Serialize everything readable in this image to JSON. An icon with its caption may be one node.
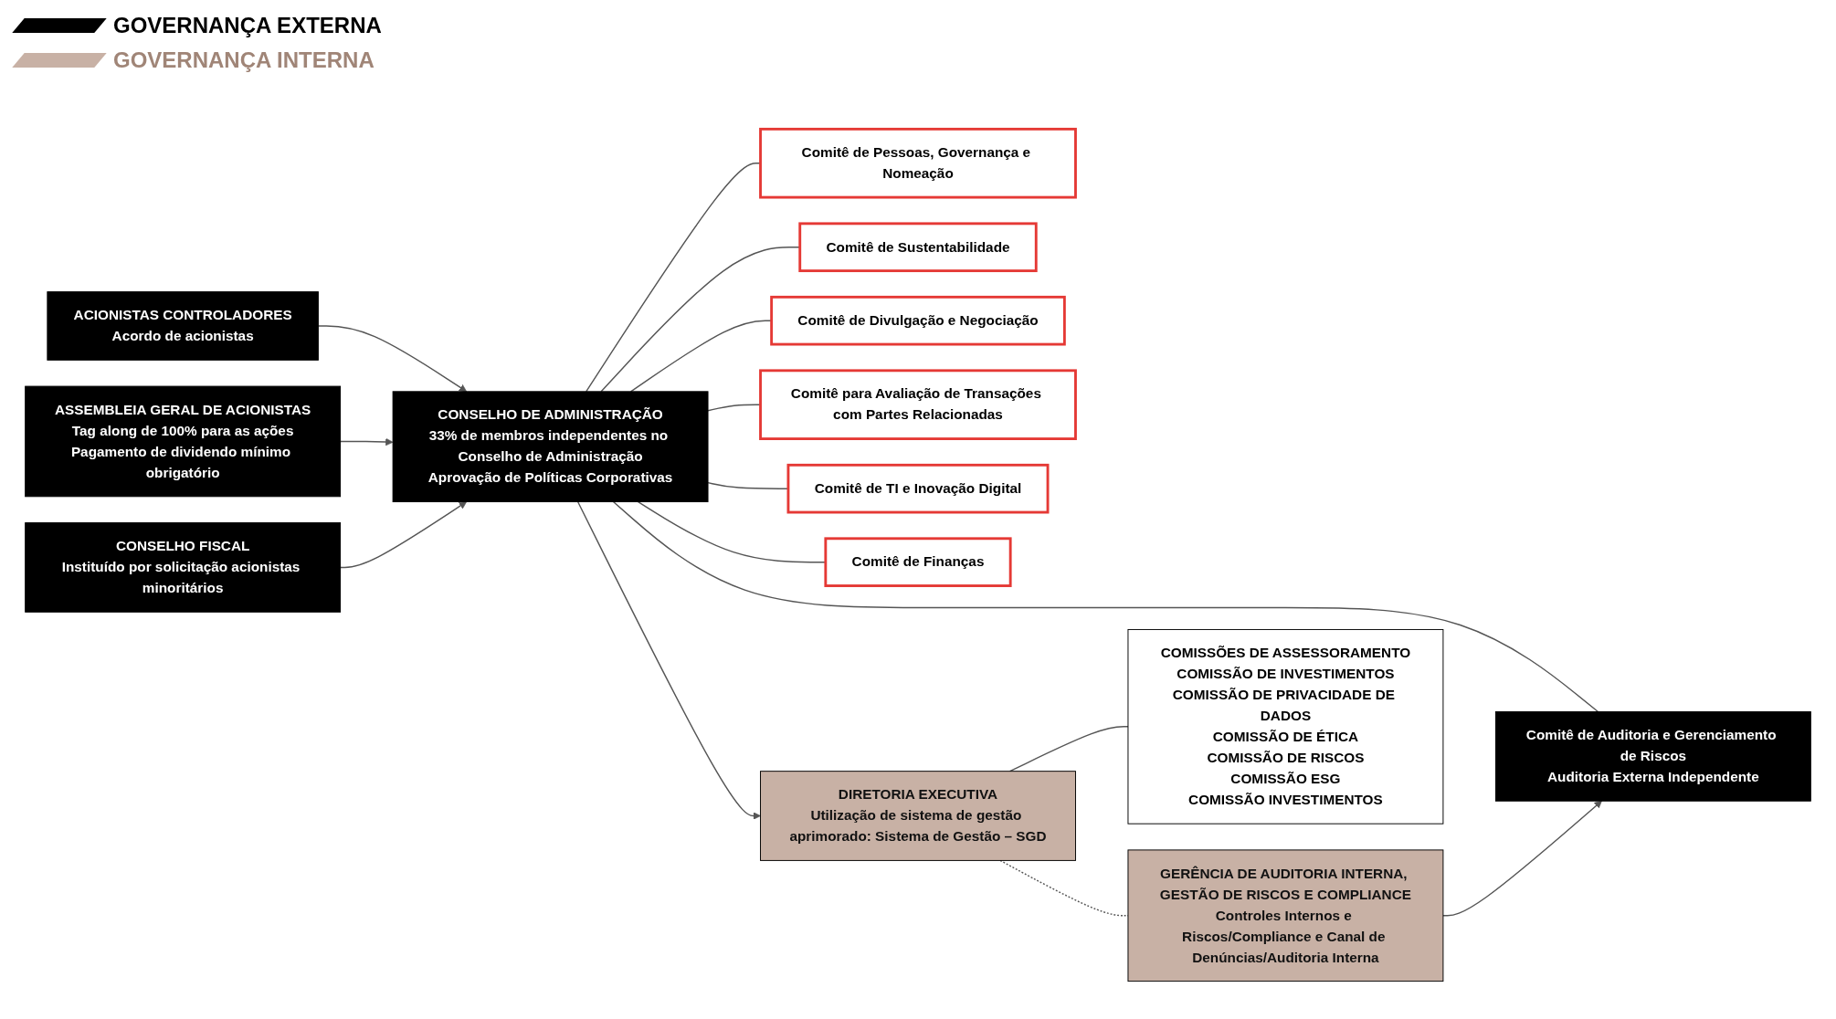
{
  "diagram": {
    "nodes": [
      {
        "text": [
          "ACIONISTAS CONTROLADORES",
          "Acordo de acionistas"
        ]
      },
      {
        "text": [
          "ASSEMBLEIA GERAL DE ACIONISTAS",
          "Tag along de 100% para as ações",
          "Pagamento de dividendo mínimo obrigatório"
        ]
      },
      {
        "text": [
          "CONSELHO FISCAL",
          "Instituído por solicitação acionistas minoritários"
        ]
      },
      {
        "text": [
          "CONSELHO DE ADMINISTRAÇÃO",
          "33% de membros independentes no Conselho de Administração",
          "Aprovação de Políticas Corporativas"
        ]
      },
      {
        "text": [
          "Comitê de Pessoas, Governança e Nomeação"
        ]
      },
      {
        "text": [
          "Comitê de Sustentabilidade"
        ]
      },
      {
        "text": [
          "Comitê de Divulgação e Negociação"
        ]
      },
      {
        "text": [
          "Comitê para Avaliação de Transações com Partes Relacionadas"
        ]
      },
      {
        "text": [
          "Comitê de TI e Inovação Digital"
        ]
      },
      {
        "text": [
          "Comitê de Finanças"
        ]
      },
      {
        "text": [
          "Comitê de Auditoria e Gerenciamento de Riscos",
          "Auditoria Externa Independente"
        ]
      },
      {
        "text": [
          "DIRETORIA EXECUTIVA",
          "Utilização de sistema de gestão aprimorado: Sistema de Gestão – SGD"
        ]
      },
      {
        "text": [
          "COMISSÕES DE ASSESSORAMENTO",
          "COMISSÃO DE INVESTIMENTOS",
          "COMISSÃO DE PRIVACIDADE DE DADOS",
          "COMISSÃO DE ÉTICA",
          "COMISSÃO DE RISCOS",
          "COMISSÃO ESG",
          "COMISSÃO INVESTIMENTOS"
        ]
      },
      {
        "text": [
          "GERÊNCIA DE AUDITORIA INTERNA, GESTÃO DE RISCOS E COMPLIANCE",
          "Controles Internos e Riscos/Compliance e Canal de Denúncias/Auditoria Interna"
        ]
      }
    ],
    "edges": [
      {
        "from": 0,
        "to": 3,
        "arrow": "to"
      },
      {
        "from": 1,
        "to": 3,
        "arrow": "to"
      },
      {
        "from": 2,
        "to": 3,
        "arrow": "to"
      },
      {
        "from": 3,
        "to": 4,
        "arrow": "none"
      },
      {
        "from": 3,
        "to": 5,
        "arrow": "none"
      },
      {
        "from": 3,
        "to": 6,
        "arrow": "none"
      },
      {
        "from": 3,
        "to": 7,
        "arrow": "none"
      },
      {
        "from": 3,
        "to": 8,
        "arrow": "none"
      },
      {
        "from": 3,
        "to": 9,
        "arrow": "none"
      },
      {
        "from": 3,
        "to": 10,
        "arrow": "none"
      },
      {
        "from": 3,
        "to": 11,
        "arrow": "to"
      },
      {
        "from": 11,
        "to": 12,
        "arrow": "none"
      },
      {
        "from": 11,
        "to": 13,
        "arrow": "none",
        "style": "dashed"
      },
      {
        "from": 13,
        "to": 10,
        "arrow": "to"
      }
    ],
    "legend": [
      {
        "text": "GOVERNANÇA EXTERNA",
        "color": "#000000"
      },
      {
        "text": "GOVERNANÇA INTERNA",
        "color": "#c8b1a5"
      }
    ]
  }
}
